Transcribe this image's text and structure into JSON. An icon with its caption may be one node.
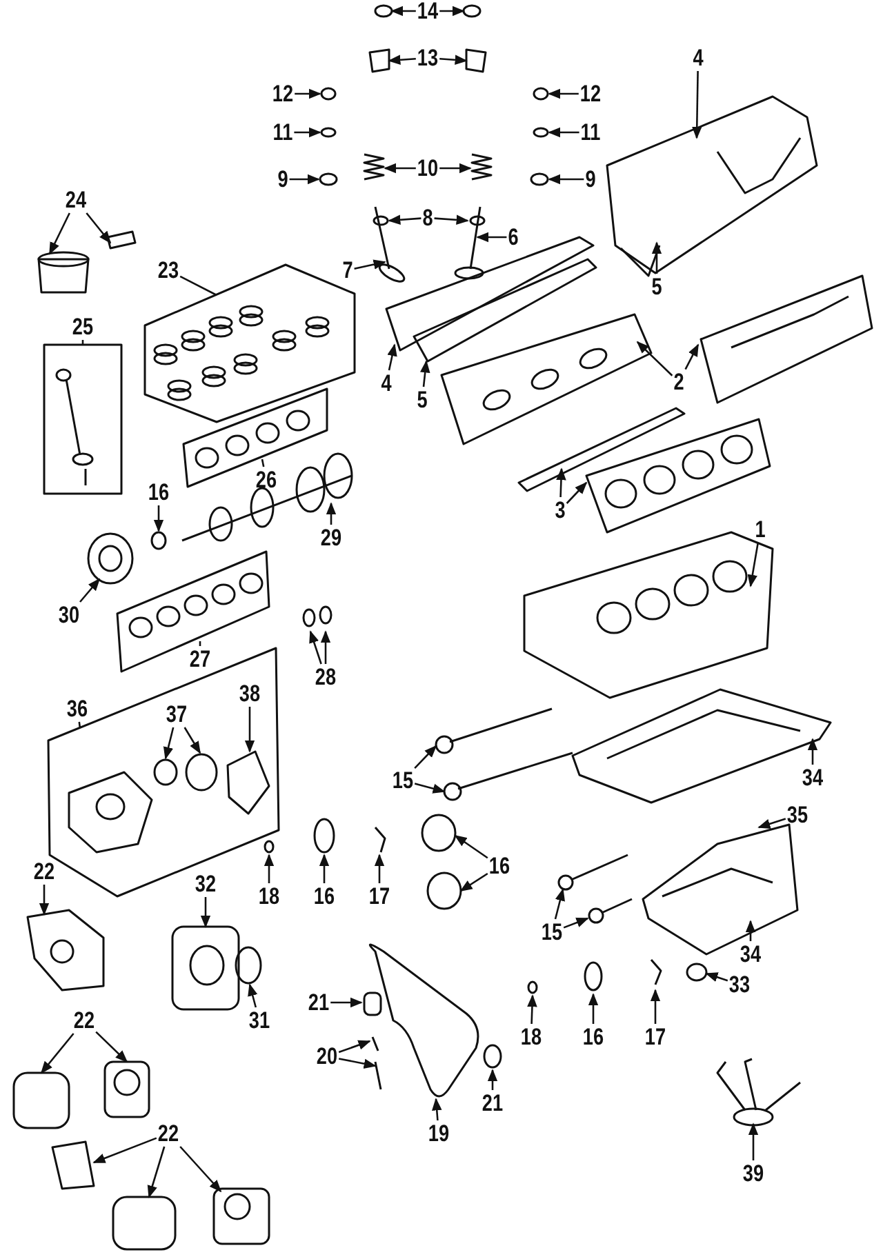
{
  "diagram": {
    "nodes": [
      {
        "text": [
          "14"
        ]
      },
      {
        "text": [
          "13"
        ]
      },
      {
        "text": [
          "4"
        ]
      },
      {
        "text": [
          "12"
        ]
      },
      {
        "text": [
          "12"
        ]
      },
      {
        "text": [
          "10"
        ]
      },
      {
        "text": [
          "11"
        ]
      },
      {
        "text": [
          "11"
        ]
      },
      {
        "text": [
          "8"
        ]
      },
      {
        "text": [
          "9"
        ]
      },
      {
        "text": [
          "9"
        ]
      },
      {
        "text": [
          "6"
        ]
      },
      {
        "text": [
          "7"
        ]
      },
      {
        "text": [
          "23"
        ]
      },
      {
        "text": [
          "24"
        ]
      },
      {
        "text": [
          "5"
        ]
      },
      {
        "text": [
          "25"
        ]
      },
      {
        "text": [
          "4"
        ]
      },
      {
        "text": [
          "5"
        ]
      },
      {
        "text": [
          "2"
        ]
      },
      {
        "text": [
          "26"
        ]
      },
      {
        "text": [
          "16"
        ]
      },
      {
        "text": [
          "3"
        ]
      },
      {
        "text": [
          "1"
        ]
      },
      {
        "text": [
          "29"
        ]
      },
      {
        "text": [
          "30"
        ]
      },
      {
        "text": [
          "27"
        ]
      },
      {
        "text": [
          "28"
        ]
      },
      {
        "text": [
          "38"
        ]
      },
      {
        "text": [
          "36"
        ]
      },
      {
        "text": [
          "37"
        ]
      },
      {
        "text": [
          "34"
        ]
      },
      {
        "text": [
          "15"
        ]
      },
      {
        "text": [
          "35"
        ]
      },
      {
        "text": [
          "16"
        ]
      },
      {
        "text": [
          "18"
        ]
      },
      {
        "text": [
          "16"
        ]
      },
      {
        "text": [
          "17"
        ]
      },
      {
        "text": [
          "22"
        ]
      },
      {
        "text": [
          "15"
        ]
      },
      {
        "text": [
          "32"
        ]
      },
      {
        "text": [
          "34"
        ]
      },
      {
        "text": [
          "33"
        ]
      },
      {
        "text": [
          "18"
        ]
      },
      {
        "text": [
          "16"
        ]
      },
      {
        "text": [
          "17"
        ]
      },
      {
        "text": [
          "21"
        ]
      },
      {
        "text": [
          "31"
        ]
      },
      {
        "text": [
          "22"
        ]
      },
      {
        "text": [
          "20"
        ]
      },
      {
        "text": [
          "21"
        ]
      },
      {
        "text": [
          "22"
        ]
      },
      {
        "text": [
          "39"
        ]
      },
      {
        "text": [
          "19"
        ]
      }
    ],
    "edges": [
      {
        "from": 0,
        "to": null,
        "arrow": "to"
      },
      {
        "from": 0,
        "to": null,
        "arrow": "to"
      },
      {
        "from": 1,
        "to": null,
        "arrow": "to"
      },
      {
        "from": 1,
        "to": null,
        "arrow": "to"
      },
      {
        "from": 2,
        "to": null,
        "arrow": "to"
      },
      {
        "from": 3,
        "to": null,
        "arrow": "to"
      },
      {
        "from": 4,
        "to": null,
        "arrow": "to"
      },
      {
        "from": 5,
        "to": null,
        "arrow": "to"
      },
      {
        "from": 5,
        "to": null,
        "arrow": "to"
      },
      {
        "from": 6,
        "to": null,
        "arrow": "to"
      },
      {
        "from": 7,
        "to": null,
        "arrow": "to"
      },
      {
        "from": 8,
        "to": null,
        "arrow": "to"
      },
      {
        "from": 8,
        "to": null,
        "arrow": "to"
      },
      {
        "from": 9,
        "to": null,
        "arrow": "to"
      },
      {
        "from": 10,
        "to": null,
        "arrow": "to"
      },
      {
        "from": 11,
        "to": null,
        "arrow": "to"
      },
      {
        "from": 12,
        "to": null,
        "arrow": "to"
      },
      {
        "from": 13,
        "to": null,
        "arrow": "none"
      },
      {
        "from": 14,
        "to": null,
        "arrow": "to"
      },
      {
        "from": 14,
        "to": null,
        "arrow": "to"
      },
      {
        "from": 15,
        "to": null,
        "arrow": "to"
      },
      {
        "from": 16,
        "to": null,
        "arrow": "none"
      },
      {
        "from": 17,
        "to": null,
        "arrow": "to"
      },
      {
        "from": 18,
        "to": null,
        "arrow": "to"
      },
      {
        "from": 19,
        "to": null,
        "arrow": "to"
      },
      {
        "from": 19,
        "to": null,
        "arrow": "to"
      },
      {
        "from": 20,
        "to": null,
        "arrow": "none"
      },
      {
        "from": 21,
        "to": null,
        "arrow": "to"
      },
      {
        "from": 22,
        "to": null,
        "arrow": "to"
      },
      {
        "from": 22,
        "to": null,
        "arrow": "to"
      },
      {
        "from": 23,
        "to": null,
        "arrow": "to"
      },
      {
        "from": 24,
        "to": null,
        "arrow": "to"
      },
      {
        "from": 25,
        "to": null,
        "arrow": "to"
      },
      {
        "from": 26,
        "to": null,
        "arrow": "none"
      },
      {
        "from": 27,
        "to": null,
        "arrow": "to"
      },
      {
        "from": 27,
        "to": null,
        "arrow": "to"
      },
      {
        "from": 28,
        "to": null,
        "arrow": "to"
      },
      {
        "from": 29,
        "to": null,
        "arrow": "none"
      },
      {
        "from": 30,
        "to": null,
        "arrow": "to"
      },
      {
        "from": 30,
        "to": null,
        "arrow": "to"
      },
      {
        "from": 31,
        "to": null,
        "arrow": "to"
      },
      {
        "from": 32,
        "to": null,
        "arrow": "to"
      },
      {
        "from": 32,
        "to": null,
        "arrow": "to"
      },
      {
        "from": 33,
        "to": null,
        "arrow": "to"
      },
      {
        "from": 34,
        "to": null,
        "arrow": "to"
      },
      {
        "from": 34,
        "to": null,
        "arrow": "to"
      },
      {
        "from": 35,
        "to": null,
        "arrow": "to"
      },
      {
        "from": 36,
        "to": null,
        "arrow": "to"
      },
      {
        "from": 37,
        "to": null,
        "arrow": "to"
      },
      {
        "from": 38,
        "to": null,
        "arrow": "to"
      },
      {
        "from": 39,
        "to": null,
        "arrow": "to"
      },
      {
        "from": 39,
        "to": null,
        "arrow": "to"
      },
      {
        "from": 40,
        "to": null,
        "arrow": "to"
      },
      {
        "from": 41,
        "to": null,
        "arrow": "to"
      },
      {
        "from": 42,
        "to": null,
        "arrow": "to"
      },
      {
        "from": 43,
        "to": null,
        "arrow": "to"
      },
      {
        "from": 44,
        "to": null,
        "arrow": "to"
      },
      {
        "from": 45,
        "to": null,
        "arrow": "to"
      },
      {
        "from": 46,
        "to": null,
        "arrow": "to"
      },
      {
        "from": 47,
        "to": null,
        "arrow": "to"
      },
      {
        "from": 48,
        "to": null,
        "arrow": "to"
      },
      {
        "from": 48,
        "to": null,
        "arrow": "to"
      },
      {
        "from": 49,
        "to": null,
        "arrow": "to"
      },
      {
        "from": 49,
        "to": null,
        "arrow": "to"
      },
      {
        "from": 50,
        "to": null,
        "arrow": "to"
      },
      {
        "from": 51,
        "to": null,
        "arrow": "to"
      },
      {
        "from": 51,
        "to": null,
        "arrow": "to"
      },
      {
        "from": 51,
        "to": null,
        "arrow": "to"
      },
      {
        "from": 52,
        "to": null,
        "arrow": "to"
      },
      {
        "from": 53,
        "to": null,
        "arrow": "to"
      }
    ]
  }
}
